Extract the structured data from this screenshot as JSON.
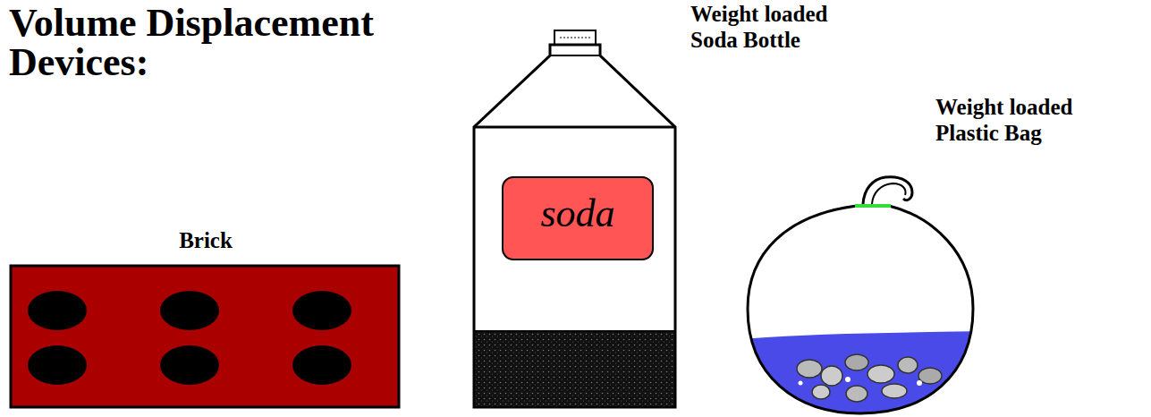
{
  "diagram": {
    "title": "Volume Displacement Devices:",
    "nodes": [
      {
        "text": [
          "Brick"
        ]
      },
      {
        "text": [
          "Weight loaded Soda Bottle",
          "soda"
        ]
      },
      {
        "text": [
          "Weight loaded Plastic Bag"
        ]
      }
    ]
  }
}
